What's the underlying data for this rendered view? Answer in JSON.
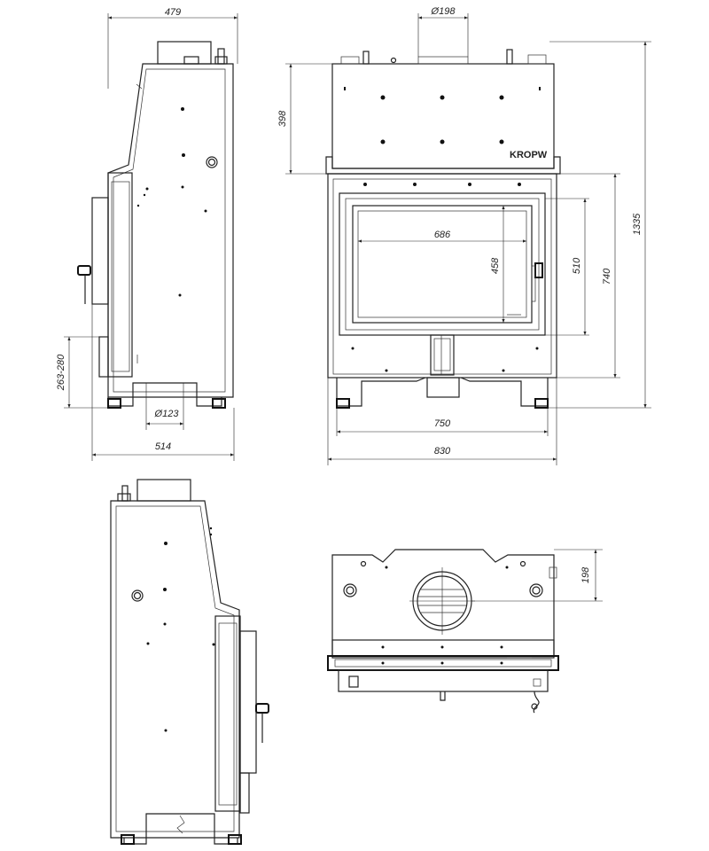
{
  "dimensions": {
    "side_depth_top": "479",
    "side_depth_bottom": "514",
    "flue_diameter_top": "Ø198",
    "flue_diameter_side": "Ø123",
    "inlet_height": "263-280",
    "top_section_height": "398",
    "total_height": "1335",
    "glass_width": "686",
    "glass_height": "458",
    "door_height": "510",
    "front_opening_height": "740",
    "base_width": "750",
    "total_width": "830",
    "plan_depth": "198"
  },
  "brand_label": "KROPW"
}
